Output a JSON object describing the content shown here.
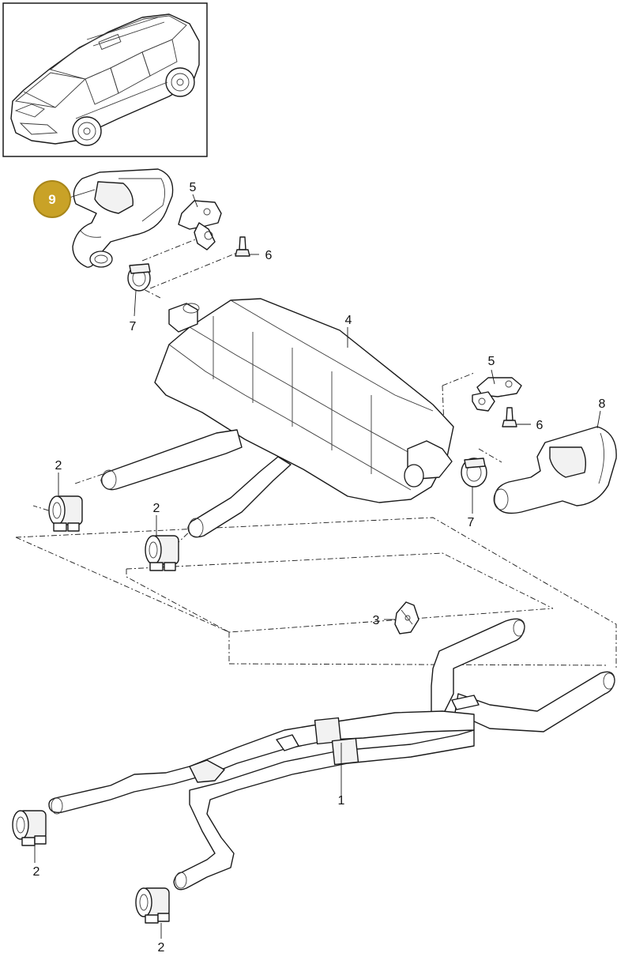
{
  "colors": {
    "highlight_badge": "#c9a227",
    "highlight_badge_ring": "#a8861a",
    "line": "#1a1a1a"
  },
  "callouts": {
    "part9": "9",
    "part5_top": "5",
    "part6_top": "6",
    "part7_left": "7",
    "part4": "4",
    "part5_right": "5",
    "part6_right": "6",
    "part8": "8",
    "part7_right": "7",
    "part2_a": "2",
    "part2_b": "2",
    "part3": "3",
    "part1": "1",
    "part2_c": "2",
    "part2_d": "2"
  },
  "icons": [
    "vehicle-thumbnail",
    "clamp-icon",
    "bracket-icon",
    "bolt-icon",
    "tailpipe-icon",
    "muffler-icon"
  ]
}
